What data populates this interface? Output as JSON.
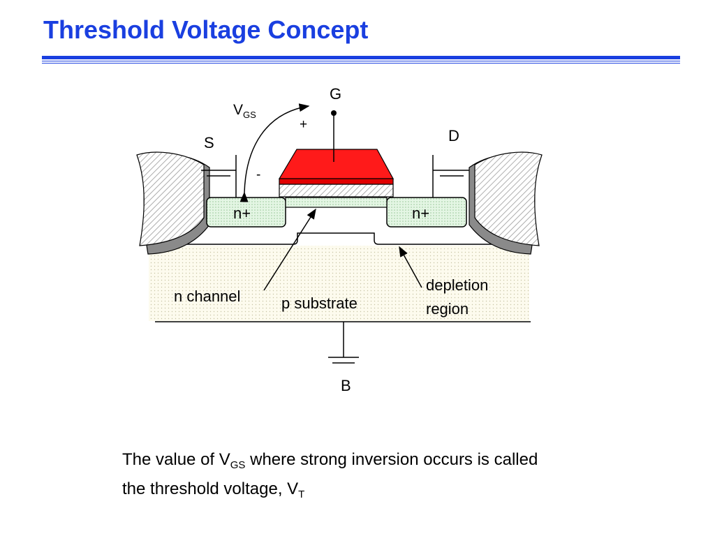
{
  "slide": {
    "title": "Threshold Voltage Concept"
  },
  "diagram": {
    "gate_label": "G",
    "source_label": "S",
    "drain_label": "D",
    "body_label": "B",
    "vgs_main": "V",
    "vgs_sub": "GS",
    "plus_sign": "+",
    "minus_sign": "-",
    "source_region": "n+",
    "drain_region": "n+",
    "channel_label": "n channel",
    "substrate_label": "p substrate",
    "depletion_label_line1": "depletion",
    "depletion_label_line2": "region",
    "colors": {
      "gate": "#ff1a1a",
      "n_plus_fill": "#e4f6e4",
      "title": "#1a3fe0"
    }
  },
  "caption": {
    "line1_before": "The value of V",
    "line1_sub": "GS",
    "line1_after": " where strong inversion occurs is called",
    "line2_before": "the threshold voltage, V",
    "line2_sub": "T"
  }
}
